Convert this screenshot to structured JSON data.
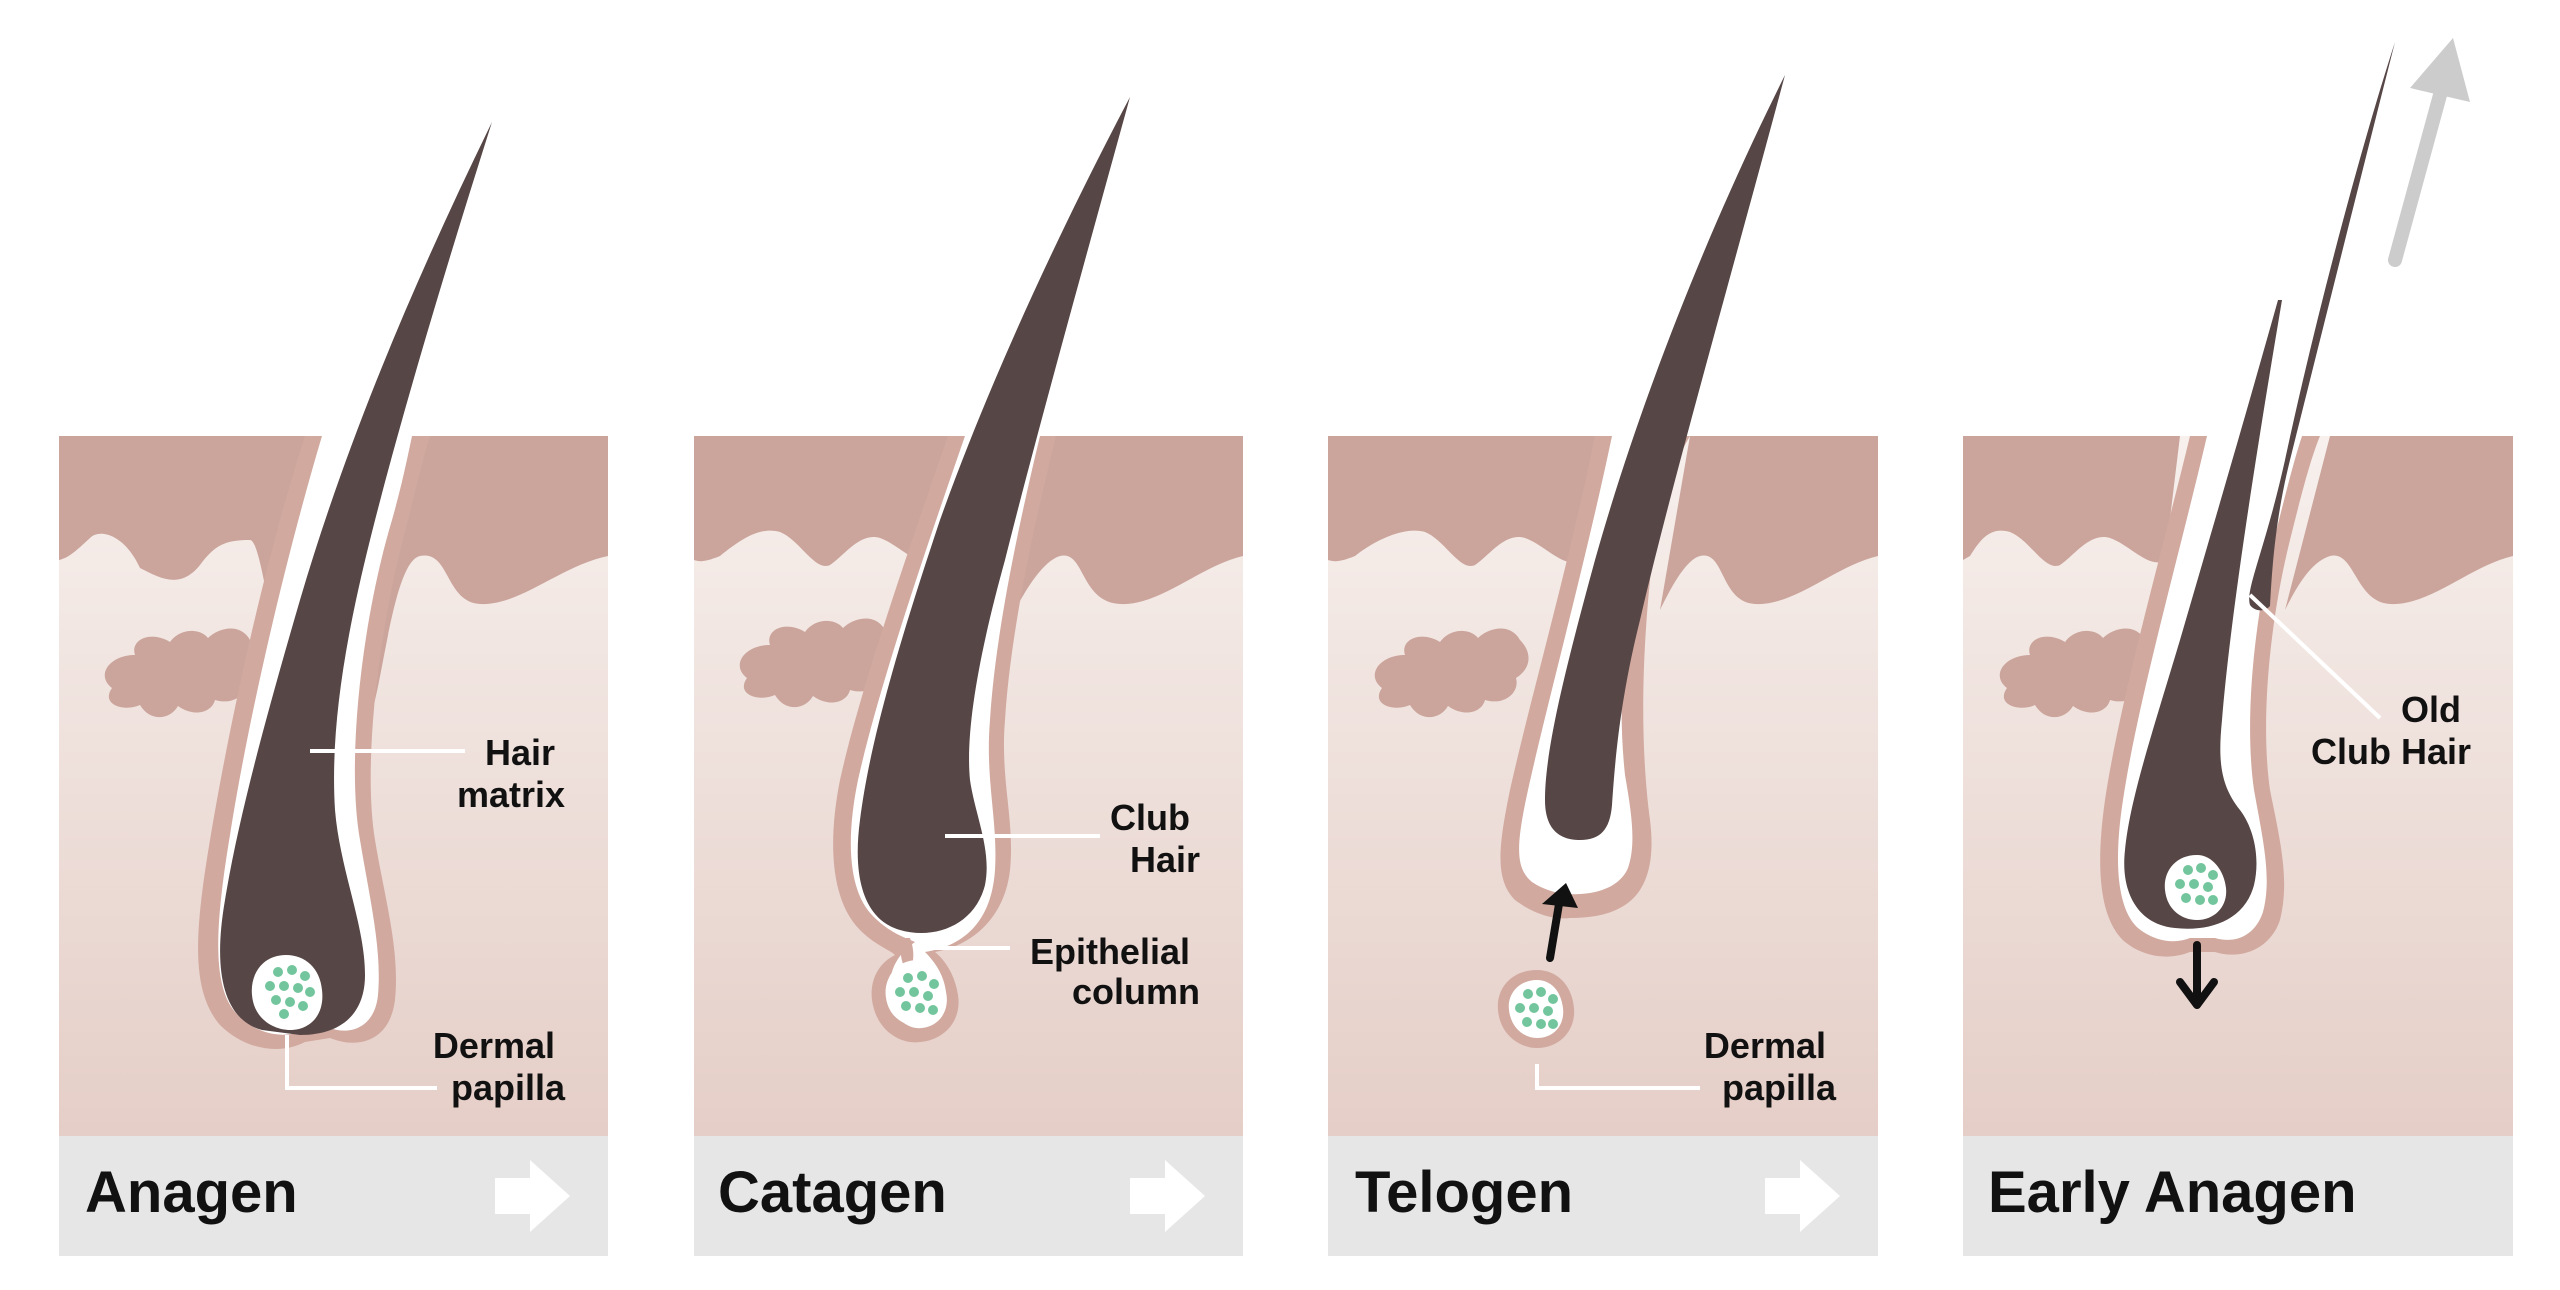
{
  "colors": {
    "skin_top": "#cba59c",
    "skin_light": "#f6eeeb",
    "skin_deep": "#e6cfc8",
    "sheath": "#d1a99f",
    "hair": "#574646",
    "papilla_dots": "#72c59c",
    "caption_band": "#e6e6e6",
    "arrow_light": "#ffffff",
    "arrow_gray": "#cccccc",
    "arrow_dark": "#111111"
  },
  "panels": [
    {
      "id": "anagen",
      "title": "Anagen",
      "labels": [
        {
          "id": "hair-matrix",
          "lines": [
            "Hair",
            "matrix"
          ]
        },
        {
          "id": "dermal-papilla",
          "lines": [
            "Dermal",
            "papilla"
          ]
        }
      ]
    },
    {
      "id": "catagen",
      "title": "Catagen",
      "labels": [
        {
          "id": "club-hair",
          "lines": [
            "Club",
            "Hair"
          ]
        },
        {
          "id": "epithelial-column",
          "lines": [
            "Epithelial",
            "column"
          ]
        }
      ]
    },
    {
      "id": "telogen",
      "title": "Telogen",
      "labels": [
        {
          "id": "dermal-papilla",
          "lines": [
            "Dermal",
            "papilla"
          ]
        }
      ]
    },
    {
      "id": "early-anagen",
      "title": "Early Anagen",
      "labels": [
        {
          "id": "old-club-hair",
          "lines": [
            "Old",
            "Club Hair"
          ]
        }
      ]
    }
  ]
}
